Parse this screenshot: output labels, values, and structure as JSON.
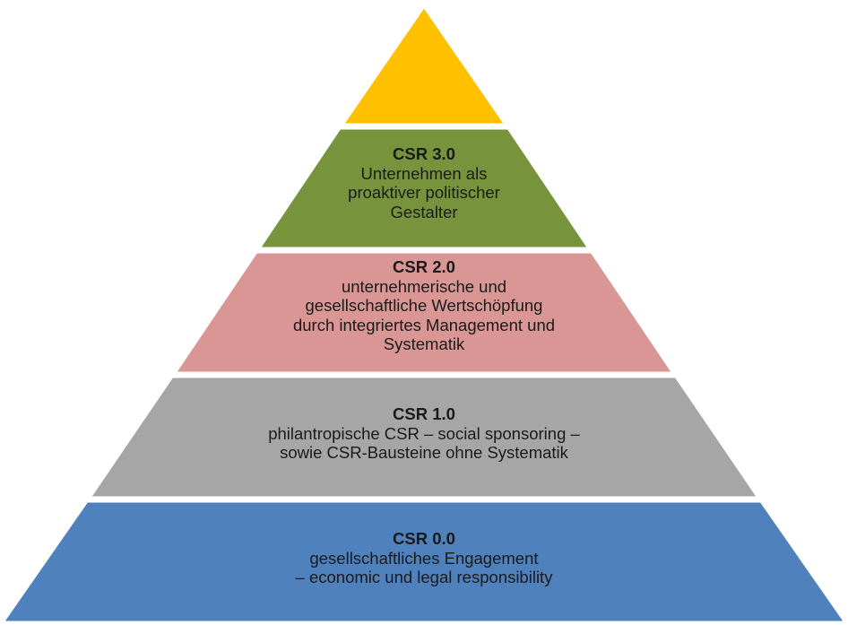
{
  "levels": [
    {
      "id": "apex",
      "title": "",
      "body": "",
      "color": "#FFC000"
    },
    {
      "id": "csr-3",
      "title": "CSR  3.0",
      "body": "Unternehmen als\nproaktiver politischer\nGestalter",
      "color": "#77933C"
    },
    {
      "id": "csr-2",
      "title": "CSR 2.0",
      "body": "unternehmerische und\ngesellschaftliche Wertschöpfung\ndurch integriertes Management und\nSystematik",
      "color": "#D99694"
    },
    {
      "id": "csr-1",
      "title": "CSR 1.0",
      "body": "philantropische CSR – social sponsoring –\nsowie CSR-Bausteine ohne Systematik",
      "color": "#A6A6A6"
    },
    {
      "id": "csr-0",
      "title": "CSR 0.0",
      "body": "gesellschaftliches Engagement\n– economic und legal responsibility",
      "color": "#4F81BD"
    }
  ]
}
